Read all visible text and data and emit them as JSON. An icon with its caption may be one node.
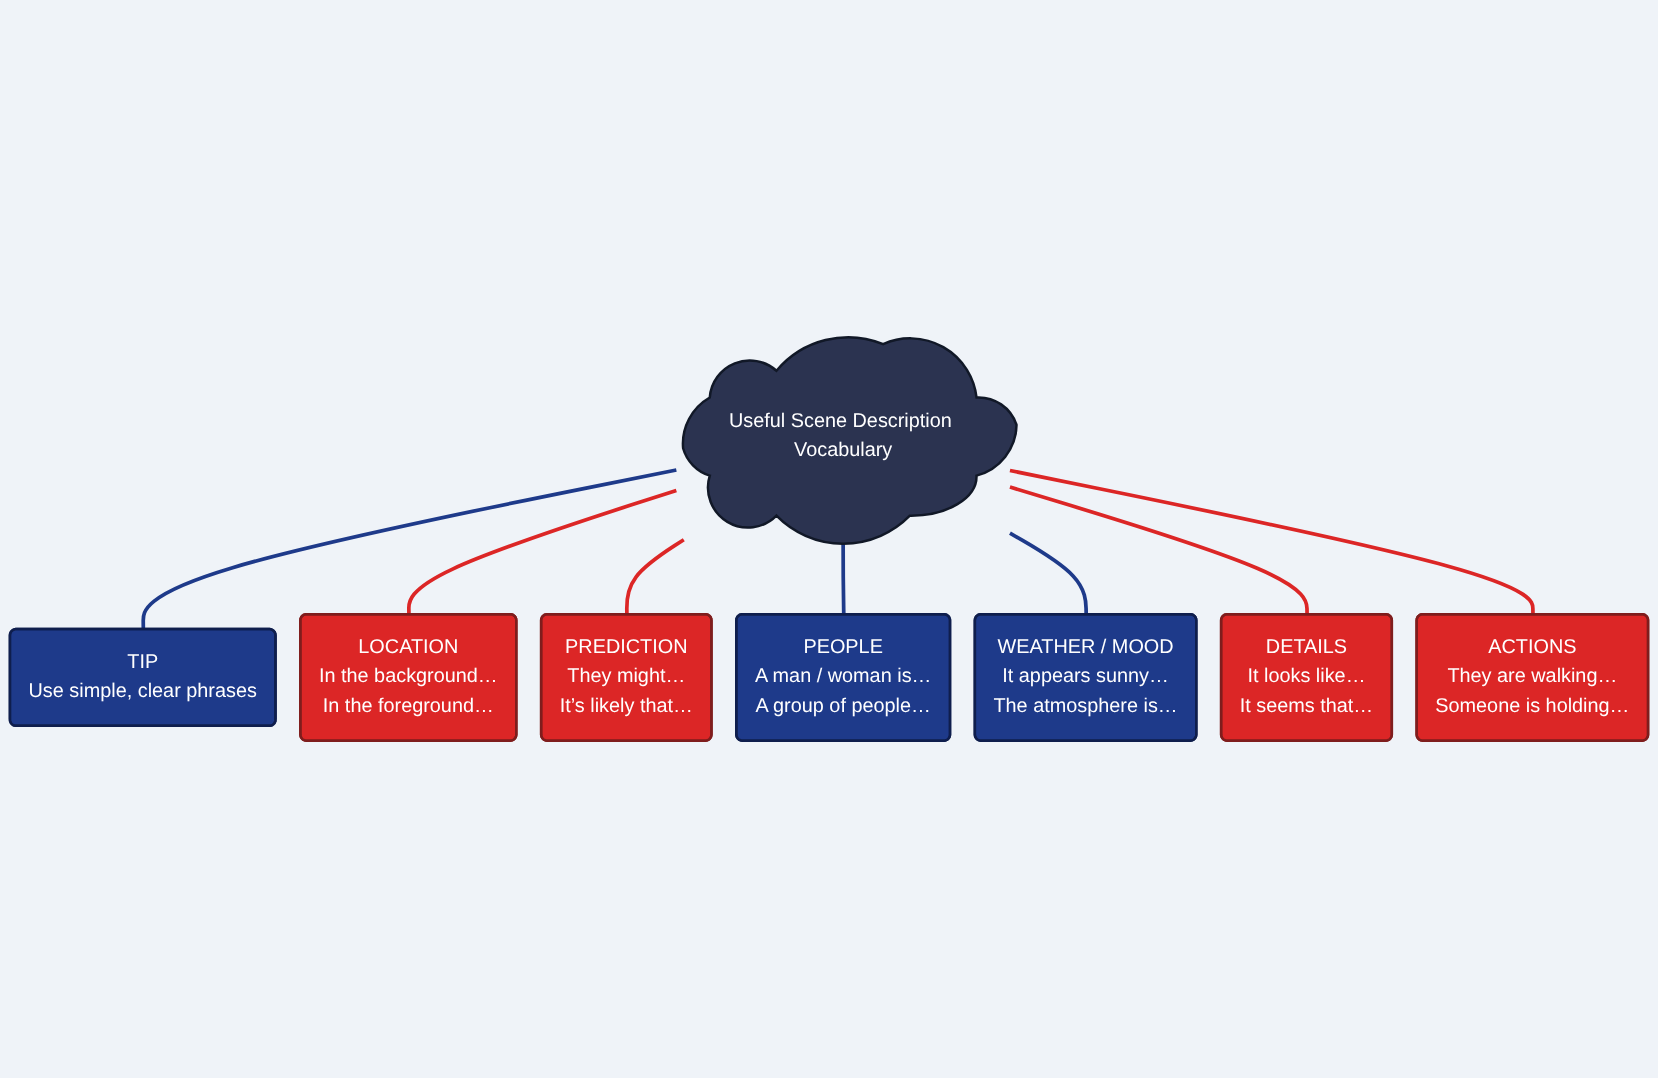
{
  "diagram": {
    "nodes": [
      {
        "text": [
          "Useful Scene Description Vocabulary"
        ]
      },
      {
        "text": [
          "TIP",
          "Use simple, clear phrases"
        ]
      },
      {
        "text": [
          "LOCATION",
          "In the background…",
          "In the foreground…"
        ]
      },
      {
        "text": [
          "PREDICTION",
          "They might…",
          "It’s likely that…"
        ]
      },
      {
        "text": [
          "PEOPLE",
          "A man / woman is…",
          "A group of people…"
        ]
      },
      {
        "text": [
          "WEATHER / MOOD",
          "It appears sunny…",
          "The atmosphere is…"
        ]
      },
      {
        "text": [
          "DETAILS",
          "It looks like…",
          "It seems that…"
        ]
      },
      {
        "text": [
          "ACTIONS",
          "They are walking…",
          "Someone is holding…"
        ]
      }
    ],
    "edges": [
      {
        "from": 0,
        "to": 1,
        "arrow": "none",
        "color": "#1e3a8a"
      },
      {
        "from": 0,
        "to": 2,
        "arrow": "none",
        "color": "#dc2626"
      },
      {
        "from": 0,
        "to": 3,
        "arrow": "none",
        "color": "#dc2626"
      },
      {
        "from": 0,
        "to": 4,
        "arrow": "none",
        "color": "#1e3a8a"
      },
      {
        "from": 0,
        "to": 5,
        "arrow": "none",
        "color": "#1e3a8a"
      },
      {
        "from": 0,
        "to": 6,
        "arrow": "none",
        "color": "#dc2626"
      },
      {
        "from": 0,
        "to": 7,
        "arrow": "none",
        "color": "#dc2626"
      }
    ]
  }
}
